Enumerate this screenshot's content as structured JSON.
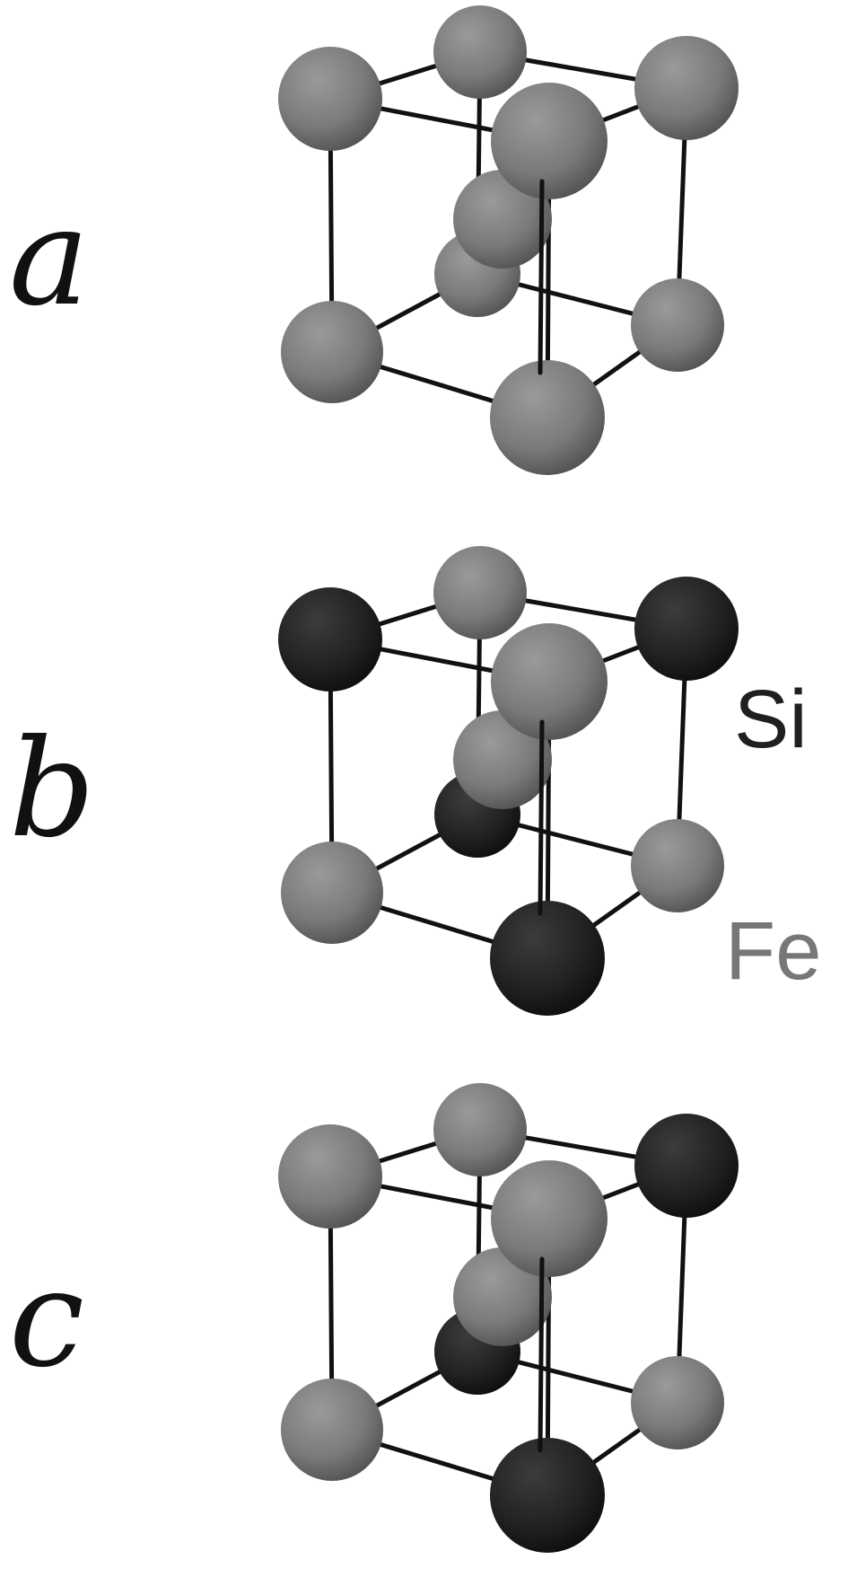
{
  "panels": [
    {
      "label": "a",
      "sites": {
        "top_left": "Fe",
        "top_back": "Fe",
        "top_right": "Fe",
        "top_front": "Fe",
        "center_upper": "Fe",
        "center_lower": "Fe",
        "bottom_left": "Fe",
        "bottom_right": "Fe",
        "bottom_front": "Fe"
      }
    },
    {
      "label": "b",
      "sites": {
        "top_left": "Si",
        "top_back": "Fe",
        "top_right": "Si",
        "top_front": "Fe",
        "center_upper": "Fe",
        "center_lower": "Si",
        "bottom_left": "Fe",
        "bottom_right": "Fe",
        "bottom_front": "Si"
      }
    },
    {
      "label": "c",
      "sites": {
        "top_left": "Fe",
        "top_back": "Fe",
        "top_right": "Si",
        "top_front": "Fe",
        "center_upper": "Fe",
        "center_lower": "Si",
        "bottom_left": "Fe",
        "bottom_right": "Fe",
        "bottom_front": "Si"
      }
    }
  ],
  "legend": {
    "si_label": "Si",
    "fe_label": "Fe"
  },
  "colors": {
    "Si": "#1f1f1f",
    "Fe": "#777777",
    "bond": "#111111"
  }
}
